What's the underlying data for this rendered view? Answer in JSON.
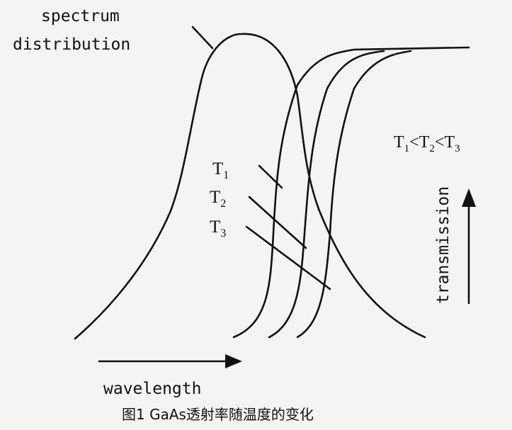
{
  "labels": {
    "spectrum_line1": "spectrum",
    "spectrum_line2": "distribution",
    "curve_t1": "T",
    "curve_t1_sub": "1",
    "curve_t2": "T",
    "curve_t2_sub": "2",
    "curve_t3": "T",
    "curve_t3_sub": "3",
    "order_t": "T",
    "order_sub1": "1",
    "order_lt1": "<",
    "order_sub2": "2",
    "order_lt2": "<",
    "order_sub3": "3",
    "transmission": "transmission",
    "wavelength": "wavelength"
  },
  "caption": "图1 GaAs透射率随温度的变化"
}
